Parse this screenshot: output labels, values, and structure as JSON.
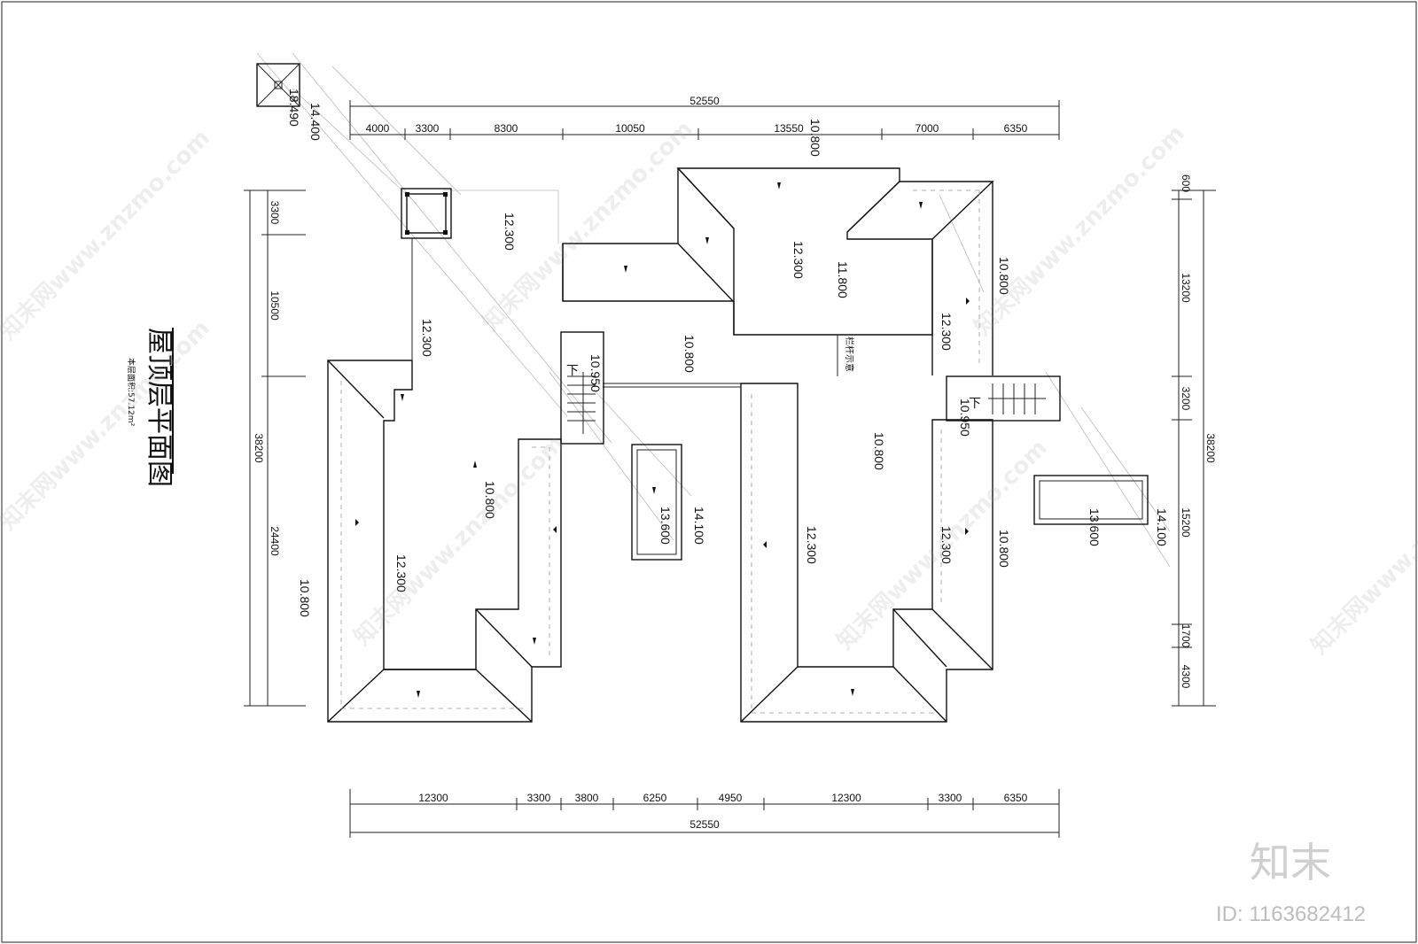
{
  "drawing": {
    "title": "屋顶层平面图",
    "area_note": "本层面积:57.12m²",
    "railing_note": "栏杆示意"
  },
  "dims": {
    "top_total": "52550",
    "top_segments": [
      "4000",
      "3300",
      "8300",
      "10050",
      "13550",
      "7000",
      "6350"
    ],
    "bottom_segments": [
      "12300",
      "3300",
      "3800",
      "6250",
      "4950",
      "12300",
      "3300",
      "6350"
    ],
    "bottom_total": "52550",
    "left_total": "38200",
    "left_segments": [
      "3300",
      "10500",
      "24400"
    ],
    "right_total": "38200",
    "right_segments": [
      "600",
      "13200",
      "3200",
      "15200",
      "1700",
      "4300"
    ]
  },
  "elevations": {
    "e_18490": "18.490",
    "e_14400_tl": "14.400",
    "e_10800_top": "10.800",
    "e_12300_a": "12.300",
    "e_12300_b": "12.300",
    "e_11800": "11.800",
    "e_10800_r1": "10.800",
    "e_12300_c": "12.300",
    "e_12300_d": "12.300",
    "e_10950_l": "10.950",
    "e_10800_mid": "10.800",
    "e_10950_r": "10.950",
    "e_10800_c": "10.800",
    "e_10800_lc": "10.800",
    "e_13600_l": "13.600",
    "e_14100_l": "14.100",
    "e_12300_e": "12.300",
    "e_12300_f": "12.300",
    "e_10800_r2": "10.800",
    "e_13600_r": "13.600",
    "e_14100_r": "14.100",
    "e_12300_g": "12.300",
    "e_10800_ll": "10.800"
  },
  "stairs": {
    "down_mark_l": "下",
    "down_mark_r": "下"
  },
  "watermarks": {
    "text": "知末网www.znzmo.com",
    "brand": "知末",
    "id_text": "ID: 1163682412"
  }
}
